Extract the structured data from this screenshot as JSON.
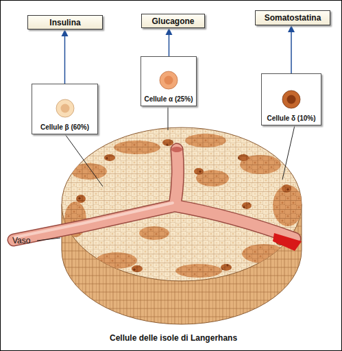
{
  "diagram": {
    "caption": "Cellule delle isole di Langerhans",
    "nodes": [
      {
        "text": [
          "Insulina"
        ]
      },
      {
        "text": [
          "Glucagone"
        ]
      },
      {
        "text": [
          "Somatostatina"
        ]
      },
      {
        "text": [
          "Cellule β (60%)"
        ]
      },
      {
        "text": [
          "Cellule α (25%)"
        ]
      },
      {
        "text": [
          "Cellule δ (10%)"
        ]
      }
    ],
    "edges": [
      {
        "from": 3,
        "to": 0,
        "arrow": "to"
      },
      {
        "from": 4,
        "to": 1,
        "arrow": "to"
      },
      {
        "from": 5,
        "to": 2,
        "arrow": "to"
      }
    ],
    "labels": [
      "Vaso"
    ]
  }
}
